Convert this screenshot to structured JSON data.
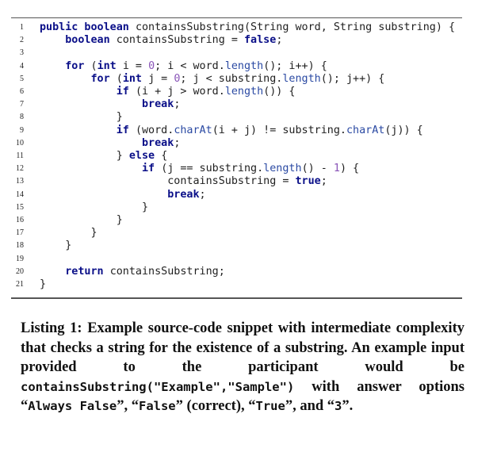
{
  "listing": {
    "lines": [
      {
        "n": "1",
        "tokens": [
          {
            "t": "public boolean ",
            "c": "kw"
          },
          {
            "t": "containsSubstring(String word, String substring) {",
            "c": ""
          }
        ]
      },
      {
        "n": "2",
        "tokens": [
          {
            "t": "    boolean ",
            "c": "kw"
          },
          {
            "t": "containsSubstring = ",
            "c": ""
          },
          {
            "t": "false",
            "c": "kw"
          },
          {
            "t": ";",
            "c": ""
          }
        ]
      },
      {
        "n": "3",
        "tokens": []
      },
      {
        "n": "4",
        "tokens": [
          {
            "t": "    for ",
            "c": "kw"
          },
          {
            "t": "(",
            "c": ""
          },
          {
            "t": "int ",
            "c": "kw"
          },
          {
            "t": "i = ",
            "c": ""
          },
          {
            "t": "0",
            "c": "num"
          },
          {
            "t": "; i < word.",
            "c": ""
          },
          {
            "t": "length",
            "c": "fn"
          },
          {
            "t": "(); i++) {",
            "c": ""
          }
        ]
      },
      {
        "n": "5",
        "tokens": [
          {
            "t": "        for ",
            "c": "kw"
          },
          {
            "t": "(",
            "c": ""
          },
          {
            "t": "int ",
            "c": "kw"
          },
          {
            "t": "j = ",
            "c": ""
          },
          {
            "t": "0",
            "c": "num"
          },
          {
            "t": "; j < substring.",
            "c": ""
          },
          {
            "t": "length",
            "c": "fn"
          },
          {
            "t": "(); j++) {",
            "c": ""
          }
        ]
      },
      {
        "n": "6",
        "tokens": [
          {
            "t": "            if ",
            "c": "kw"
          },
          {
            "t": "(i + j > word.",
            "c": ""
          },
          {
            "t": "length",
            "c": "fn"
          },
          {
            "t": "()) {",
            "c": ""
          }
        ]
      },
      {
        "n": "7",
        "tokens": [
          {
            "t": "                break",
            "c": "kw"
          },
          {
            "t": ";",
            "c": ""
          }
        ]
      },
      {
        "n": "8",
        "tokens": [
          {
            "t": "            }",
            "c": ""
          }
        ]
      },
      {
        "n": "9",
        "tokens": [
          {
            "t": "            if ",
            "c": "kw"
          },
          {
            "t": "(word.",
            "c": ""
          },
          {
            "t": "charAt",
            "c": "fn"
          },
          {
            "t": "(i + j) != substring.",
            "c": ""
          },
          {
            "t": "charAt",
            "c": "fn"
          },
          {
            "t": "(j)) {",
            "c": ""
          }
        ]
      },
      {
        "n": "10",
        "tokens": [
          {
            "t": "                break",
            "c": "kw"
          },
          {
            "t": ";",
            "c": ""
          }
        ]
      },
      {
        "n": "11",
        "tokens": [
          {
            "t": "            } ",
            "c": ""
          },
          {
            "t": "else ",
            "c": "kw"
          },
          {
            "t": "{",
            "c": ""
          }
        ]
      },
      {
        "n": "12",
        "tokens": [
          {
            "t": "                if ",
            "c": "kw"
          },
          {
            "t": "(j == substring.",
            "c": ""
          },
          {
            "t": "length",
            "c": "fn"
          },
          {
            "t": "() - ",
            "c": ""
          },
          {
            "t": "1",
            "c": "num"
          },
          {
            "t": ") {",
            "c": ""
          }
        ]
      },
      {
        "n": "13",
        "tokens": [
          {
            "t": "                    containsSubstring = ",
            "c": ""
          },
          {
            "t": "true",
            "c": "kw"
          },
          {
            "t": ";",
            "c": ""
          }
        ]
      },
      {
        "n": "14",
        "tokens": [
          {
            "t": "                    break",
            "c": "kw"
          },
          {
            "t": ";",
            "c": ""
          }
        ]
      },
      {
        "n": "15",
        "tokens": [
          {
            "t": "                }",
            "c": ""
          }
        ]
      },
      {
        "n": "16",
        "tokens": [
          {
            "t": "            }",
            "c": ""
          }
        ]
      },
      {
        "n": "17",
        "tokens": [
          {
            "t": "        }",
            "c": ""
          }
        ]
      },
      {
        "n": "18",
        "tokens": [
          {
            "t": "    }",
            "c": ""
          }
        ]
      },
      {
        "n": "19",
        "tokens": []
      },
      {
        "n": "20",
        "tokens": [
          {
            "t": "    return ",
            "c": "kw"
          },
          {
            "t": "containsSubstring;",
            "c": ""
          }
        ]
      },
      {
        "n": "21",
        "tokens": [
          {
            "t": "}",
            "c": ""
          }
        ]
      }
    ]
  },
  "caption": {
    "part1": "Listing 1: Example source-code snippet with intermediate complexity that checks a string for the existence of a substring. An example input provided to the participant would be ",
    "call": "containsSubstring(\"Example\",\"Sample\")",
    "part2": " with answer options “",
    "opt1": "Always False",
    "part3": "”, “",
    "opt2": "False",
    "part4": "” (correct), “",
    "opt3": "True",
    "part5": "”, and “",
    "opt4": "3",
    "part6": "”."
  }
}
